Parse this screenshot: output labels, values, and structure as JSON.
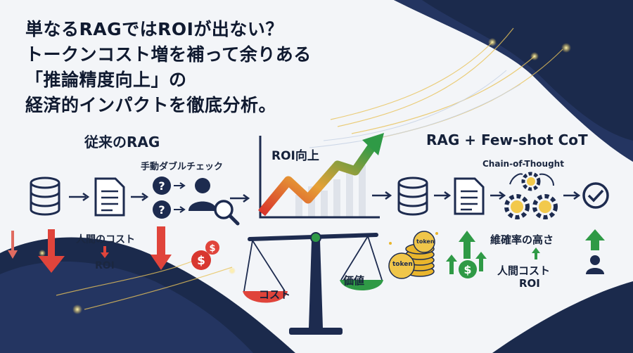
{
  "title": {
    "line1": "単なるRAGではROIが出ない？",
    "line2": "トークンコスト増を補って余りある",
    "line3": "「推論精度向上」の",
    "line4": "経済的インパクトを徹底分析。"
  },
  "left": {
    "heading": "従来のRAG",
    "double_check_label": "手動ダブルチェック",
    "cost_label": "人間のコスト",
    "roi_label": "ROI"
  },
  "center": {
    "roi_label": "ROI向上",
    "cost_pan_label": "コスト",
    "value_pan_label": "価値"
  },
  "right": {
    "heading": "RAG + Few-shot CoT",
    "cot_label": "Chain-of-Thought",
    "accuracy_label": "維確率の高さ",
    "human_cost_label": "人間コスト",
    "roi_label": "ROI",
    "token_label": "token"
  },
  "colors": {
    "navy": "#1d2b4f",
    "red": "#e0443b",
    "green": "#2f9a46",
    "gold": "#e9b52c"
  }
}
